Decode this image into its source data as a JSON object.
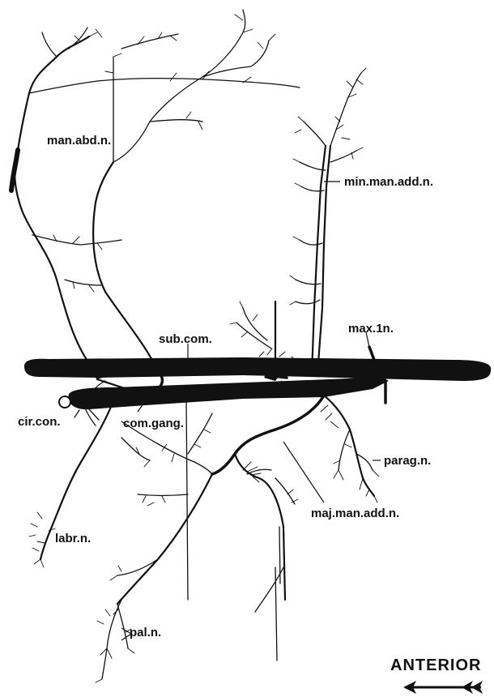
{
  "labels": {
    "man_abd_n": "man.abd.n.",
    "min_man_add_n": "min.man.add.n.",
    "sub_com": "sub.com.",
    "max_1n": "max.1n.",
    "cir_con": "cir.con.",
    "com_gang": "com.gang.",
    "parag_n": "parag.n.",
    "maj_man_add_n": "maj.man.add.n.",
    "labr_n": "labr.n.",
    "pal_n": "pal.n.",
    "anterior": "ANTERIOR"
  },
  "colors": {
    "ink": "#111111",
    "paper": "#ffffff"
  },
  "icons": {
    "direction_arrow": "double-left-arrow-icon"
  }
}
